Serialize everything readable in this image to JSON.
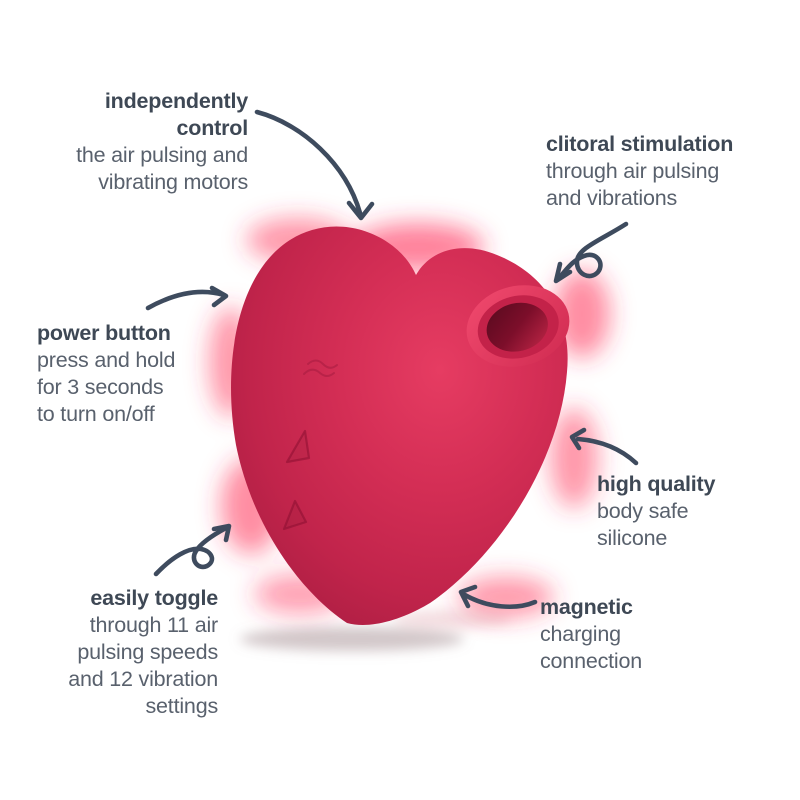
{
  "colors": {
    "background": "#ffffff",
    "device_body": "#cf2950",
    "device_highlight": "#e63c62",
    "device_edge_shade": "#a91d41",
    "suction_hole_dark": "#570a1e",
    "glow": "#ff2f58",
    "heading_text": "#3e4855",
    "body_text": "#59616d",
    "arrow": "#3e4b5e"
  },
  "icons": {
    "callout_arrow": "curved-arrow",
    "callout_arrow_loop": "curved-arrow-with-loop",
    "device_buttons": "embossed-triangle-buttons",
    "device_opening": "air-pulse-opening"
  },
  "annotations": {
    "independently_control": {
      "heading": "independently\ncontrol",
      "body": "the air pulsing and\nvibrating motors"
    },
    "clitoral_stimulation": {
      "heading": "clitoral stimulation",
      "body": "through air pulsing\nand vibrations"
    },
    "power_button": {
      "heading": "power button",
      "body": "press and hold\nfor 3 seconds\nto turn on/off"
    },
    "easily_toggle": {
      "heading": "easily toggle",
      "body": "through 11 air\npulsing speeds\nand 12 vibration\nsettings"
    },
    "high_quality": {
      "heading": "high quality",
      "body": "body safe\nsilicone"
    },
    "magnetic": {
      "heading": "magnetic",
      "body": "charging\nconnection"
    }
  }
}
